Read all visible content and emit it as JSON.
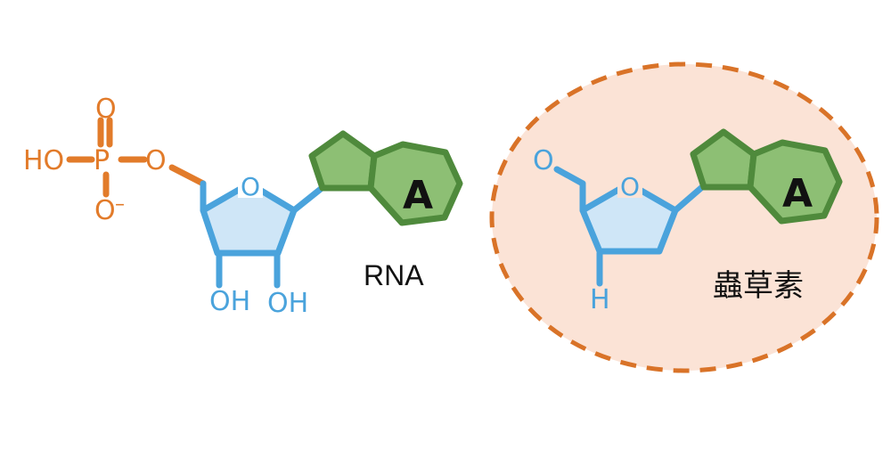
{
  "colors": {
    "phosphate": "#e27b2a",
    "sugar": "#4aa3dc",
    "sugar_fill": "#cfe6f7",
    "base_fill": "#8dbf74",
    "base_stroke": "#4f8a3c",
    "highlight_fill": "#fbe3d6",
    "highlight_stroke": "#d97328"
  },
  "rna": {
    "phosphate": {
      "ho": "HO",
      "p": "P",
      "o_top": "O",
      "o_minus": "O",
      "minus": "–",
      "o_ester": "O"
    },
    "sugar": {
      "ring_o": "O",
      "oh_left": "OH",
      "oh_right": "OH"
    },
    "base": "A",
    "label": "RNA"
  },
  "cordycepin": {
    "o_top": "O",
    "ring_o": "O",
    "h": "H",
    "base": "A",
    "label": "蟲草素"
  }
}
